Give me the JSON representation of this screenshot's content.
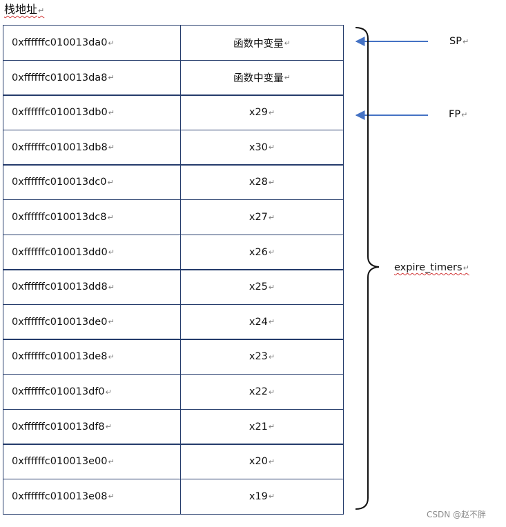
{
  "header": {
    "title": "栈地址"
  },
  "paragraph_mark": "↵",
  "rows": [
    {
      "address": "0xffffffc010013da0",
      "content": "函数中变量"
    },
    {
      "address": "0xffffffc010013da8",
      "content": "函数中变量"
    },
    {
      "address": "0xffffffc010013db0",
      "content": "x29"
    },
    {
      "address": "0xffffffc010013db8",
      "content": "x30"
    },
    {
      "address": "0xffffffc010013dc0",
      "content": "x28"
    },
    {
      "address": "0xffffffc010013dc8",
      "content": "x27"
    },
    {
      "address": "0xffffffc010013dd0",
      "content": "x26"
    },
    {
      "address": "0xffffffc010013dd8",
      "content": "x25"
    },
    {
      "address": "0xffffffc010013de0",
      "content": "x24"
    },
    {
      "address": "0xffffffc010013de8",
      "content": "x23"
    },
    {
      "address": "0xffffffc010013df0",
      "content": "x22"
    },
    {
      "address": "0xffffffc010013df8",
      "content": "x21"
    },
    {
      "address": "0xffffffc010013e00",
      "content": "x20"
    },
    {
      "address": "0xffffffc010013e08",
      "content": "x19"
    }
  ],
  "pointers": {
    "sp": {
      "label": "SP",
      "row": 0
    },
    "fp": {
      "label": "FP",
      "row": 2
    }
  },
  "brace": {
    "label": "expire_timers"
  },
  "colors": {
    "border": "#243b6b",
    "arrow": "#4472c4",
    "squiggle": "#d23a3a"
  },
  "watermark": "CSDN @赵不胖"
}
